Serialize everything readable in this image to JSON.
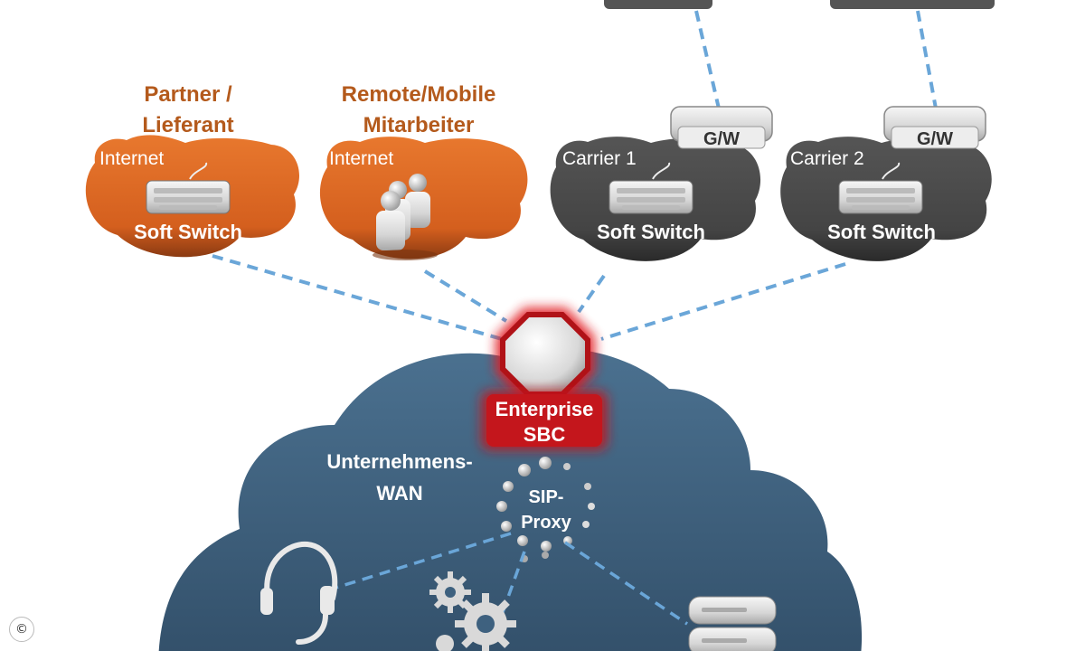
{
  "colors": {
    "orange_cloud": "#e06a24",
    "dark_cloud": "#4a4a4a",
    "wan_cloud": "#3e617f",
    "red_accent": "#c4161c",
    "link_blue": "#6aa6d8",
    "label_orange": "#b45a1c"
  },
  "partner": {
    "title_line1": "Partner /",
    "title_line2": "Lieferant",
    "network": "Internet",
    "device": "Soft Switch",
    "icon": "keyboard-switch-icon"
  },
  "remote": {
    "title_line1": "Remote/Mobile",
    "title_line2": "Mitarbeiter",
    "network": "Internet",
    "icon": "users-group-icon"
  },
  "carrier1": {
    "network": "Carrier 1",
    "gateway": "G/W",
    "device": "Soft Switch",
    "icon": "keyboard-switch-icon"
  },
  "carrier2": {
    "network": "Carrier 2",
    "gateway": "G/W",
    "device": "Soft Switch",
    "icon": "keyboard-switch-icon"
  },
  "sbc": {
    "line1": "Enterprise",
    "line2": "SBC",
    "icon": "octagon-sbc-icon"
  },
  "wan": {
    "line1": "Unternehmens-",
    "line2": "WAN"
  },
  "proxy": {
    "line1": "SIP-",
    "line2": "Proxy"
  },
  "bottom_icons": [
    "headset-icon",
    "gears-icon",
    "server-icon"
  ],
  "copyright": "©"
}
